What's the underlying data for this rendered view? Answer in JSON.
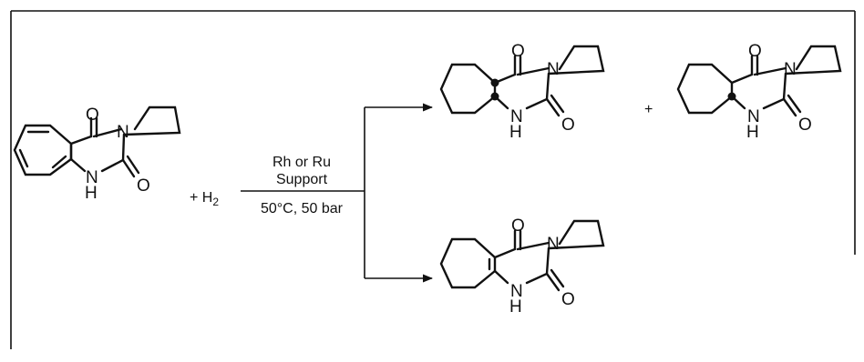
{
  "scheme": {
    "reagent_plus": "+ H",
    "reagent_sub": "2",
    "product_plus": "+",
    "conditions": {
      "catalyst": "Rh or Ru",
      "support": "Support",
      "temp_pressure": "50°C, 50 bar"
    }
  },
  "atoms": {
    "oxygen": "O",
    "nitrogen": "N",
    "nh_n": "N",
    "nh_h": "H"
  }
}
